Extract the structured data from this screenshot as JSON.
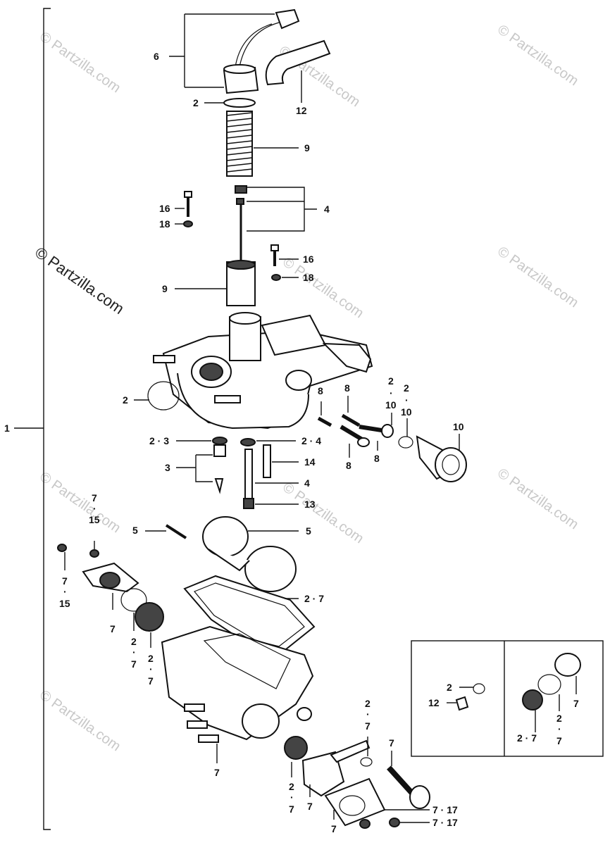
{
  "watermark": {
    "text": "© Partzilla.com",
    "short_text": "Partzilla.com",
    "color": "#c8c8c8"
  },
  "bracket_label": "1",
  "callouts": {
    "c6": "6",
    "c2_top": "2",
    "c12_top": "12",
    "c9_upper": "9",
    "c4_upper": "4",
    "c16_left": "16",
    "c18_left": "18",
    "c16_right": "16",
    "c18_right": "18",
    "c9_lower": "9",
    "c2_left": "2",
    "c8_a": "8",
    "c8_b": "8",
    "c2_10_a_top": "2",
    "c2_10_a_dot": "·",
    "c2_10_a_bottom": "10",
    "c2_10_b_top": "2",
    "c2_10_b_dot": "·",
    "c2_10_b_bottom": "10",
    "c10": "10",
    "c8_c": "8",
    "c8_d": "8",
    "c2_3": "2 · 3",
    "c2_4": "2 · 4",
    "c3": "3",
    "c14": "14",
    "c4_lower": "4",
    "c13": "13",
    "c7_15_top_a": "7",
    "c7_15_top_dot": "·",
    "c7_15_top_b": "15",
    "c5_left": "5",
    "c5_right": "5",
    "c7_15_bot_a": "7",
    "c7_15_bot_dot": "·",
    "c7_15_bot_b": "15",
    "c2_7_gasket": "2 · 7",
    "c7_flange": "7",
    "c2_7_vert_a_top": "2",
    "c2_7_vert_a_dot": "·",
    "c2_7_vert_a_bottom": "7",
    "c2_7_vert_b_top": "2",
    "c2_7_vert_b_dot": "·",
    "c2_7_vert_b_bottom": "7",
    "c7_body": "7",
    "c2_7_right_top": "2",
    "c2_7_right_dot": "·",
    "c2_7_right_bottom": "7",
    "c7_drain": "7",
    "c2_7_bot_top": "2",
    "c2_7_bot_dot": "·",
    "c2_7_bot_bottom": "7",
    "c7_cover": "7",
    "c7_plate": "7",
    "c7_17_a": "7 · 17",
    "c7_17_b": "7 · 17"
  },
  "inset": {
    "c2": "2",
    "c12": "12",
    "c7": "7",
    "c2_7_vert_top": "2",
    "c2_7_vert_dot": "·",
    "c2_7_vert_bottom": "7",
    "c2_7_inline": "2 · 7"
  }
}
